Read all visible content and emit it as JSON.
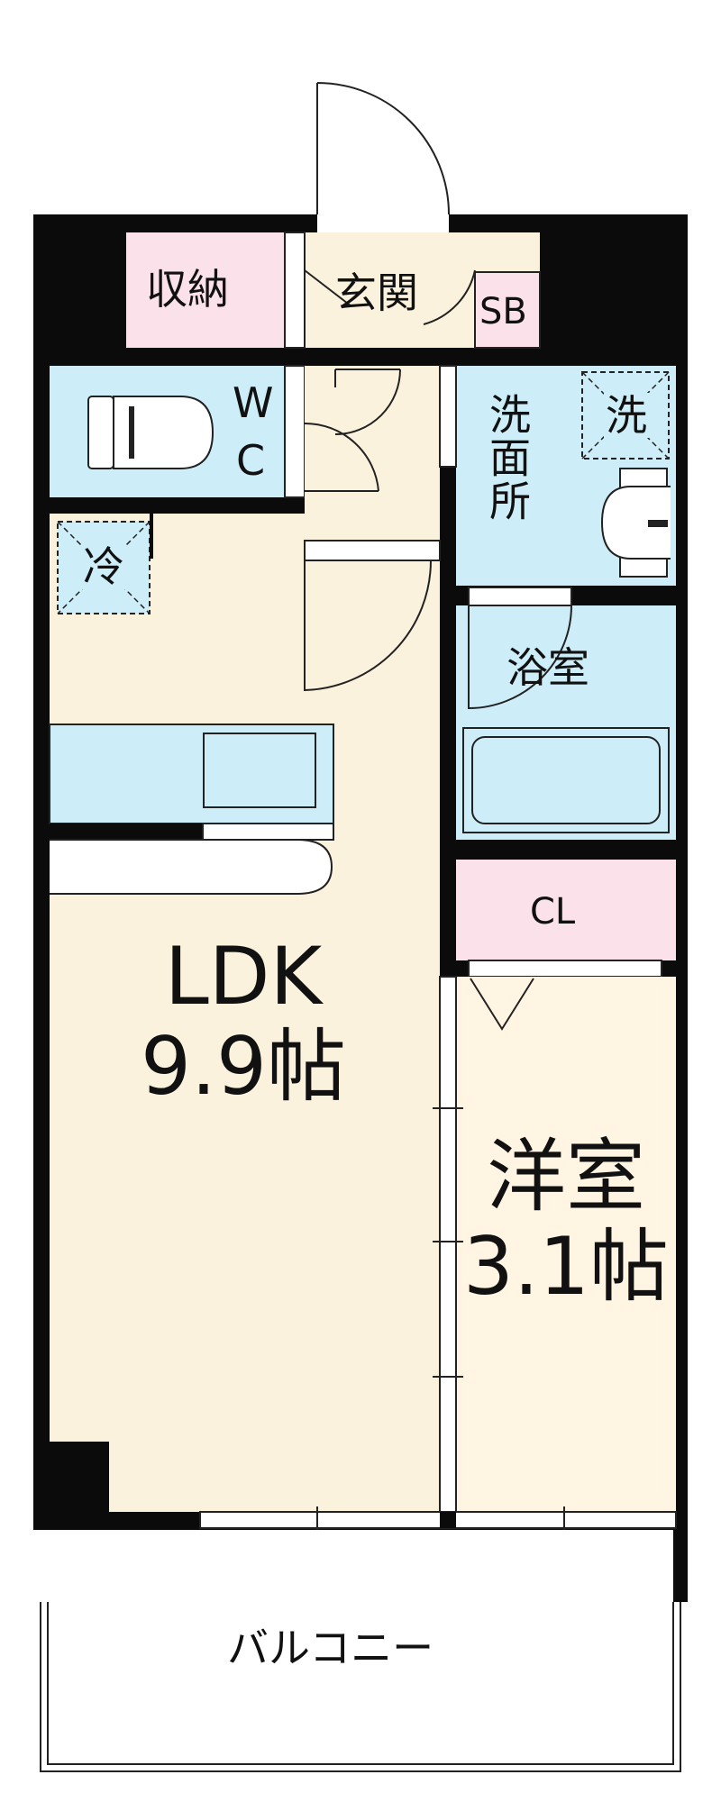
{
  "colors": {
    "wall": "#0b0b0b",
    "floor_ldk": "#fbf2dd",
    "floor_western": "#fff5e2",
    "floor_entry": "#fbf2dd",
    "wet_area": "#cdeef8",
    "storage": "#fbe1ea",
    "line": "#222222"
  },
  "rooms": {
    "storage": "収納",
    "entrance": "玄関",
    "shoe_box": "SB",
    "toilet_w": "W",
    "toilet_c": "C",
    "washroom": "洗面所",
    "washer": "洗",
    "fridge": "冷",
    "bath": "浴室",
    "closet": "CL",
    "ldk_name": "LDK",
    "ldk_size": "9.9帖",
    "western_name": "洋室",
    "western_size": "3.1帖",
    "balcony": "バルコニー"
  }
}
